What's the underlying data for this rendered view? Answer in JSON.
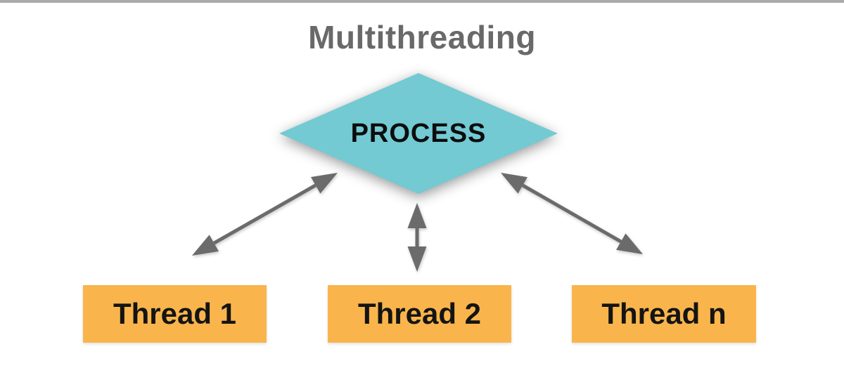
{
  "window": {
    "top_bar_color": "#a9a9a9",
    "background_color": "#ffffff"
  },
  "diagram": {
    "title": {
      "text": "Multithreading",
      "color": "#696969"
    },
    "process": {
      "label": "PROCESS",
      "shape": "diamond",
      "fill_color": "#73cad3",
      "label_color": "#0d0d0d"
    },
    "threads": [
      {
        "label": "Thread 1"
      },
      {
        "label": "Thread 2"
      },
      {
        "label": "Thread n"
      }
    ],
    "thread_box": {
      "fill_color": "#f9b54c",
      "label_color": "#141414"
    },
    "arrows": {
      "style": "double-headed",
      "color": "#6b6b6b"
    }
  }
}
